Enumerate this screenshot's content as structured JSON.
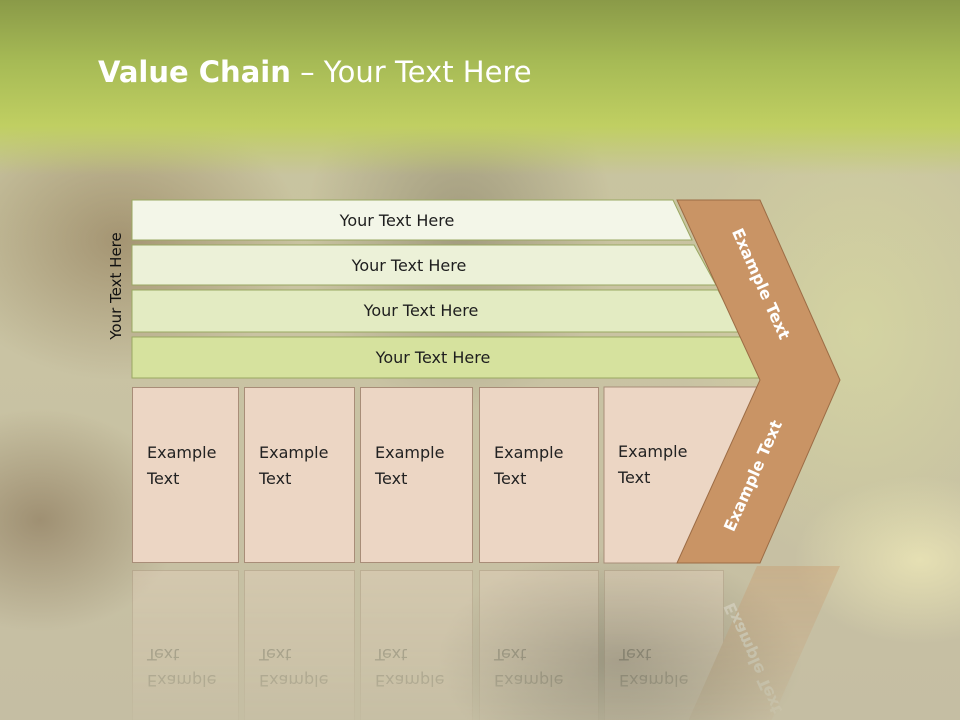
{
  "title": {
    "bold": "Value Chain",
    "rest": " – Your Text Here"
  },
  "side_label": "Your Text Here",
  "bars": [
    {
      "label": "Your Text Here",
      "color": "#f3f6e8"
    },
    {
      "label": "Your Text Here",
      "color": "#ecf1d8"
    },
    {
      "label": "Your Text Here",
      "color": "#e3ebc2"
    },
    {
      "label": "Your Text Here",
      "color": "#d6e29e"
    }
  ],
  "boxes": [
    {
      "text": "Example\nText"
    },
    {
      "text": "Example\nText"
    },
    {
      "text": "Example\nText"
    },
    {
      "text": "Example\nText"
    },
    {
      "text": "Example\nText"
    }
  ],
  "chevron": {
    "top_text": "Example Text",
    "bottom_text": "Example Text",
    "color": "#c99465"
  },
  "colors": {
    "box_fill": "#ecd6c4",
    "box_border": "#a88d78",
    "bar_border": "#9aa862",
    "header": "#a6ba55"
  }
}
